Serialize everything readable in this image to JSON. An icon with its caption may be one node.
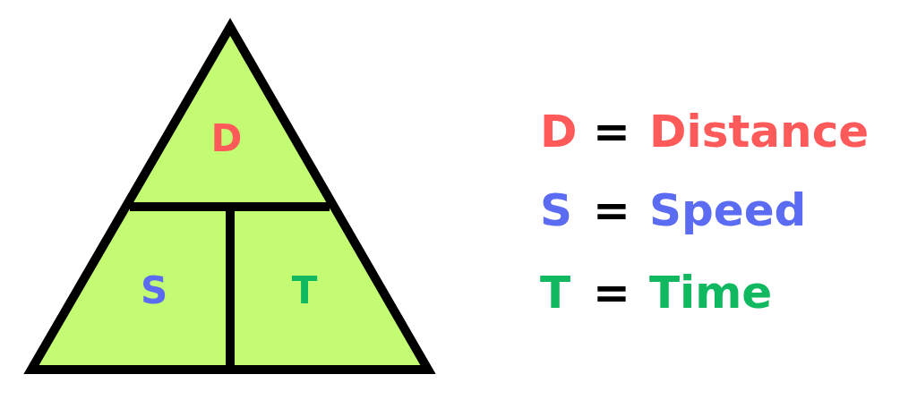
{
  "diagram": {
    "nodes": [
      {
        "text": [
          "D"
        ]
      },
      {
        "text": [
          "S"
        ]
      },
      {
        "text": [
          "T"
        ]
      }
    ],
    "labels": [
      "D",
      "=",
      "Distance",
      "S",
      "=",
      "Speed",
      "T",
      "=",
      "Time"
    ]
  }
}
